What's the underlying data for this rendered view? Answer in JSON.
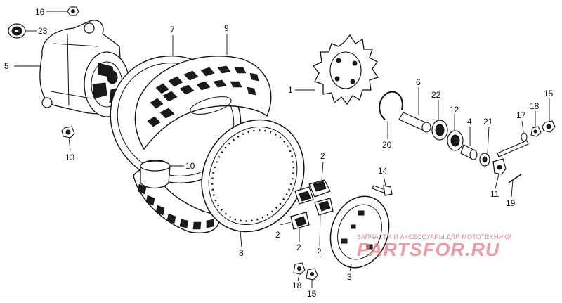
{
  "diagram": {
    "callouts": [
      {
        "id": "c16",
        "text": "16"
      },
      {
        "id": "c23",
        "text": "23"
      },
      {
        "id": "c5",
        "text": "5"
      },
      {
        "id": "c7",
        "text": "7"
      },
      {
        "id": "c9",
        "text": "9"
      },
      {
        "id": "c13",
        "text": "13"
      },
      {
        "id": "c10",
        "text": "10"
      },
      {
        "id": "c1",
        "text": "1"
      },
      {
        "id": "c20",
        "text": "20"
      },
      {
        "id": "c6",
        "text": "6"
      },
      {
        "id": "c22",
        "text": "22"
      },
      {
        "id": "c12",
        "text": "12"
      },
      {
        "id": "c4",
        "text": "4"
      },
      {
        "id": "c21",
        "text": "21"
      },
      {
        "id": "c17",
        "text": "17"
      },
      {
        "id": "c18a",
        "text": "18"
      },
      {
        "id": "c15a",
        "text": "15"
      },
      {
        "id": "c2a",
        "text": "2"
      },
      {
        "id": "c14",
        "text": "14"
      },
      {
        "id": "c11",
        "text": "11"
      },
      {
        "id": "c19",
        "text": "19"
      },
      {
        "id": "c2b",
        "text": "2"
      },
      {
        "id": "c2c",
        "text": "2"
      },
      {
        "id": "c2d",
        "text": "2"
      },
      {
        "id": "c8",
        "text": "8"
      },
      {
        "id": "c3",
        "text": "3"
      },
      {
        "id": "c18b",
        "text": "18"
      },
      {
        "id": "c15b",
        "text": "15"
      }
    ]
  },
  "watermark": {
    "tagline": "ЗАПЧАСТИ И АКСЕССУАРЫ ДЛЯ МОТОТЕХНИКИ",
    "logo": "PARTSFOR.RU",
    "color": "#e87985"
  }
}
